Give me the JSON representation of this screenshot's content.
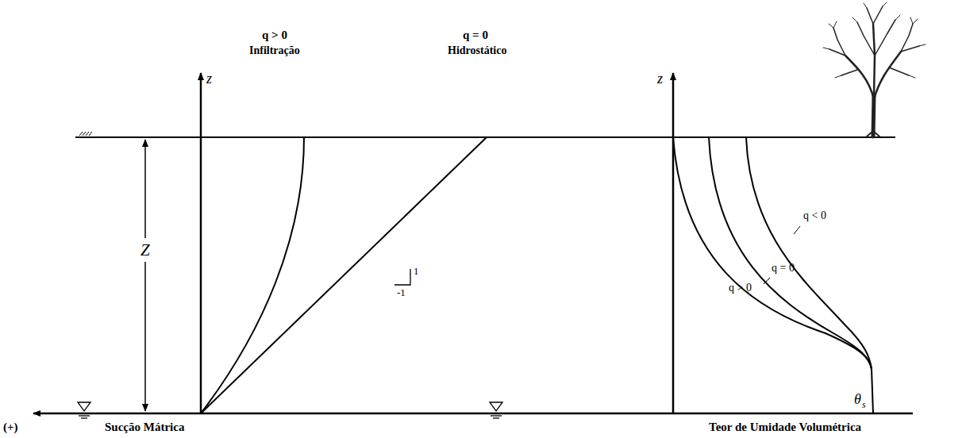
{
  "diagram": {
    "labels": [
      "z",
      "q > 0",
      "Infiltração",
      "q = 0",
      "Hidrostático",
      "z",
      "Z",
      "1",
      "-1",
      "q < 0",
      "q = 0",
      "q > 0",
      "θ",
      "s",
      "(+)",
      "Sucção Mátrica",
      "Teor de Umidade Volumétrica"
    ]
  }
}
